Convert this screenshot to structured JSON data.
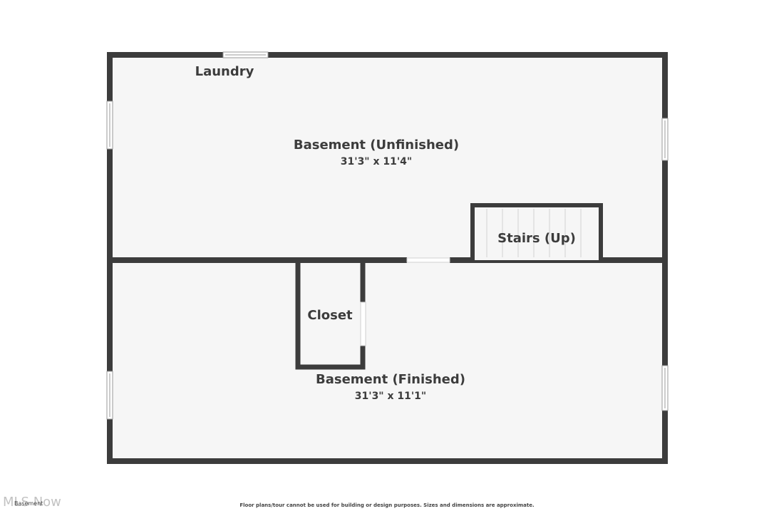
{
  "rooms": {
    "laundry": {
      "name": "Laundry"
    },
    "unfinished": {
      "name": "Basement (Unfinished)",
      "dims": "31'3\" x 11'4\""
    },
    "stairs": {
      "name": "Stairs (Up)"
    },
    "closet": {
      "name": "Closet"
    },
    "finished": {
      "name": "Basement (Finished)",
      "dims": "31'3\" x 11'1\""
    }
  },
  "floor_label": "Basement",
  "watermark": "MLS Now",
  "disclaimer": "Floor plans/tour cannot be used for building or design purposes. Sizes and dimensions are approximate.",
  "colors": {
    "wall": "#3c3c3c",
    "floor": "#f6f6f6",
    "text": "#3c3c3c"
  }
}
